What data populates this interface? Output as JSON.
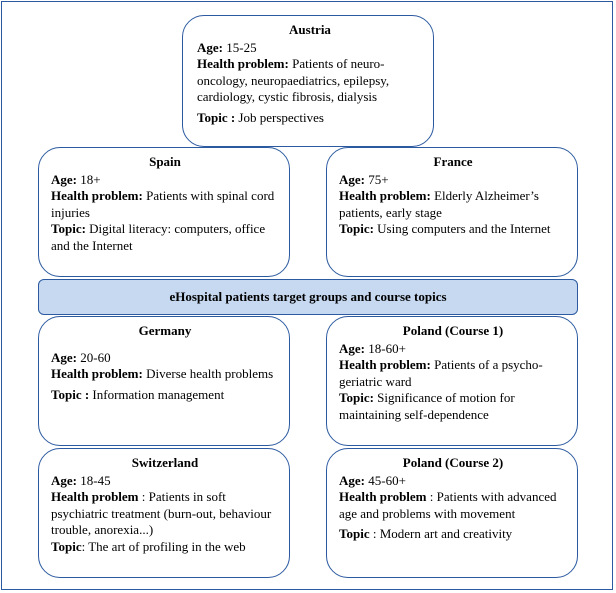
{
  "banner": "eHospital patients target groups and course topics",
  "labels": {
    "age": "Age:",
    "health": "Health problem:",
    "health_spaced": "Health problem",
    "topic": "Topic:",
    "topic_spaced": "Topic :"
  },
  "boxes": {
    "austria": {
      "title": "Austria",
      "age": "15-25",
      "health": "Patients of neuro-oncology, neuropaediatrics, epilepsy, cardiology, cystic fibrosis, dialysis",
      "topic": "Job perspectives"
    },
    "spain": {
      "title": "Spain",
      "age": "18+",
      "health": "Patients with spinal cord injuries",
      "topic": "Digital literacy: computers, office and the Internet"
    },
    "france": {
      "title": "France",
      "age": "75+",
      "health": "Elderly Alzheimer’s patients, early stage",
      "topic": "Using computers and the Internet"
    },
    "germany": {
      "title": "Germany",
      "age": "20-60",
      "health": "Diverse health problems",
      "topic": "Information management"
    },
    "poland1": {
      "title": "Poland (Course 1)",
      "age": "18-60+",
      "health": "Patients of a psycho-geriatric ward",
      "topic": "Significance of motion for maintaining self-dependence"
    },
    "switzerland": {
      "title": "Switzerland",
      "age": "18-45",
      "health": ": Patients in soft psychiatric treatment (burn-out, behaviour trouble, anorexia...)",
      "topic": ": The art of profiling in the web"
    },
    "poland2": {
      "title": "Poland (Course 2)",
      "age": "45-60+",
      "health": ": Patients with advanced age and problems with movement",
      "topic": ": Modern art and creativity"
    }
  }
}
